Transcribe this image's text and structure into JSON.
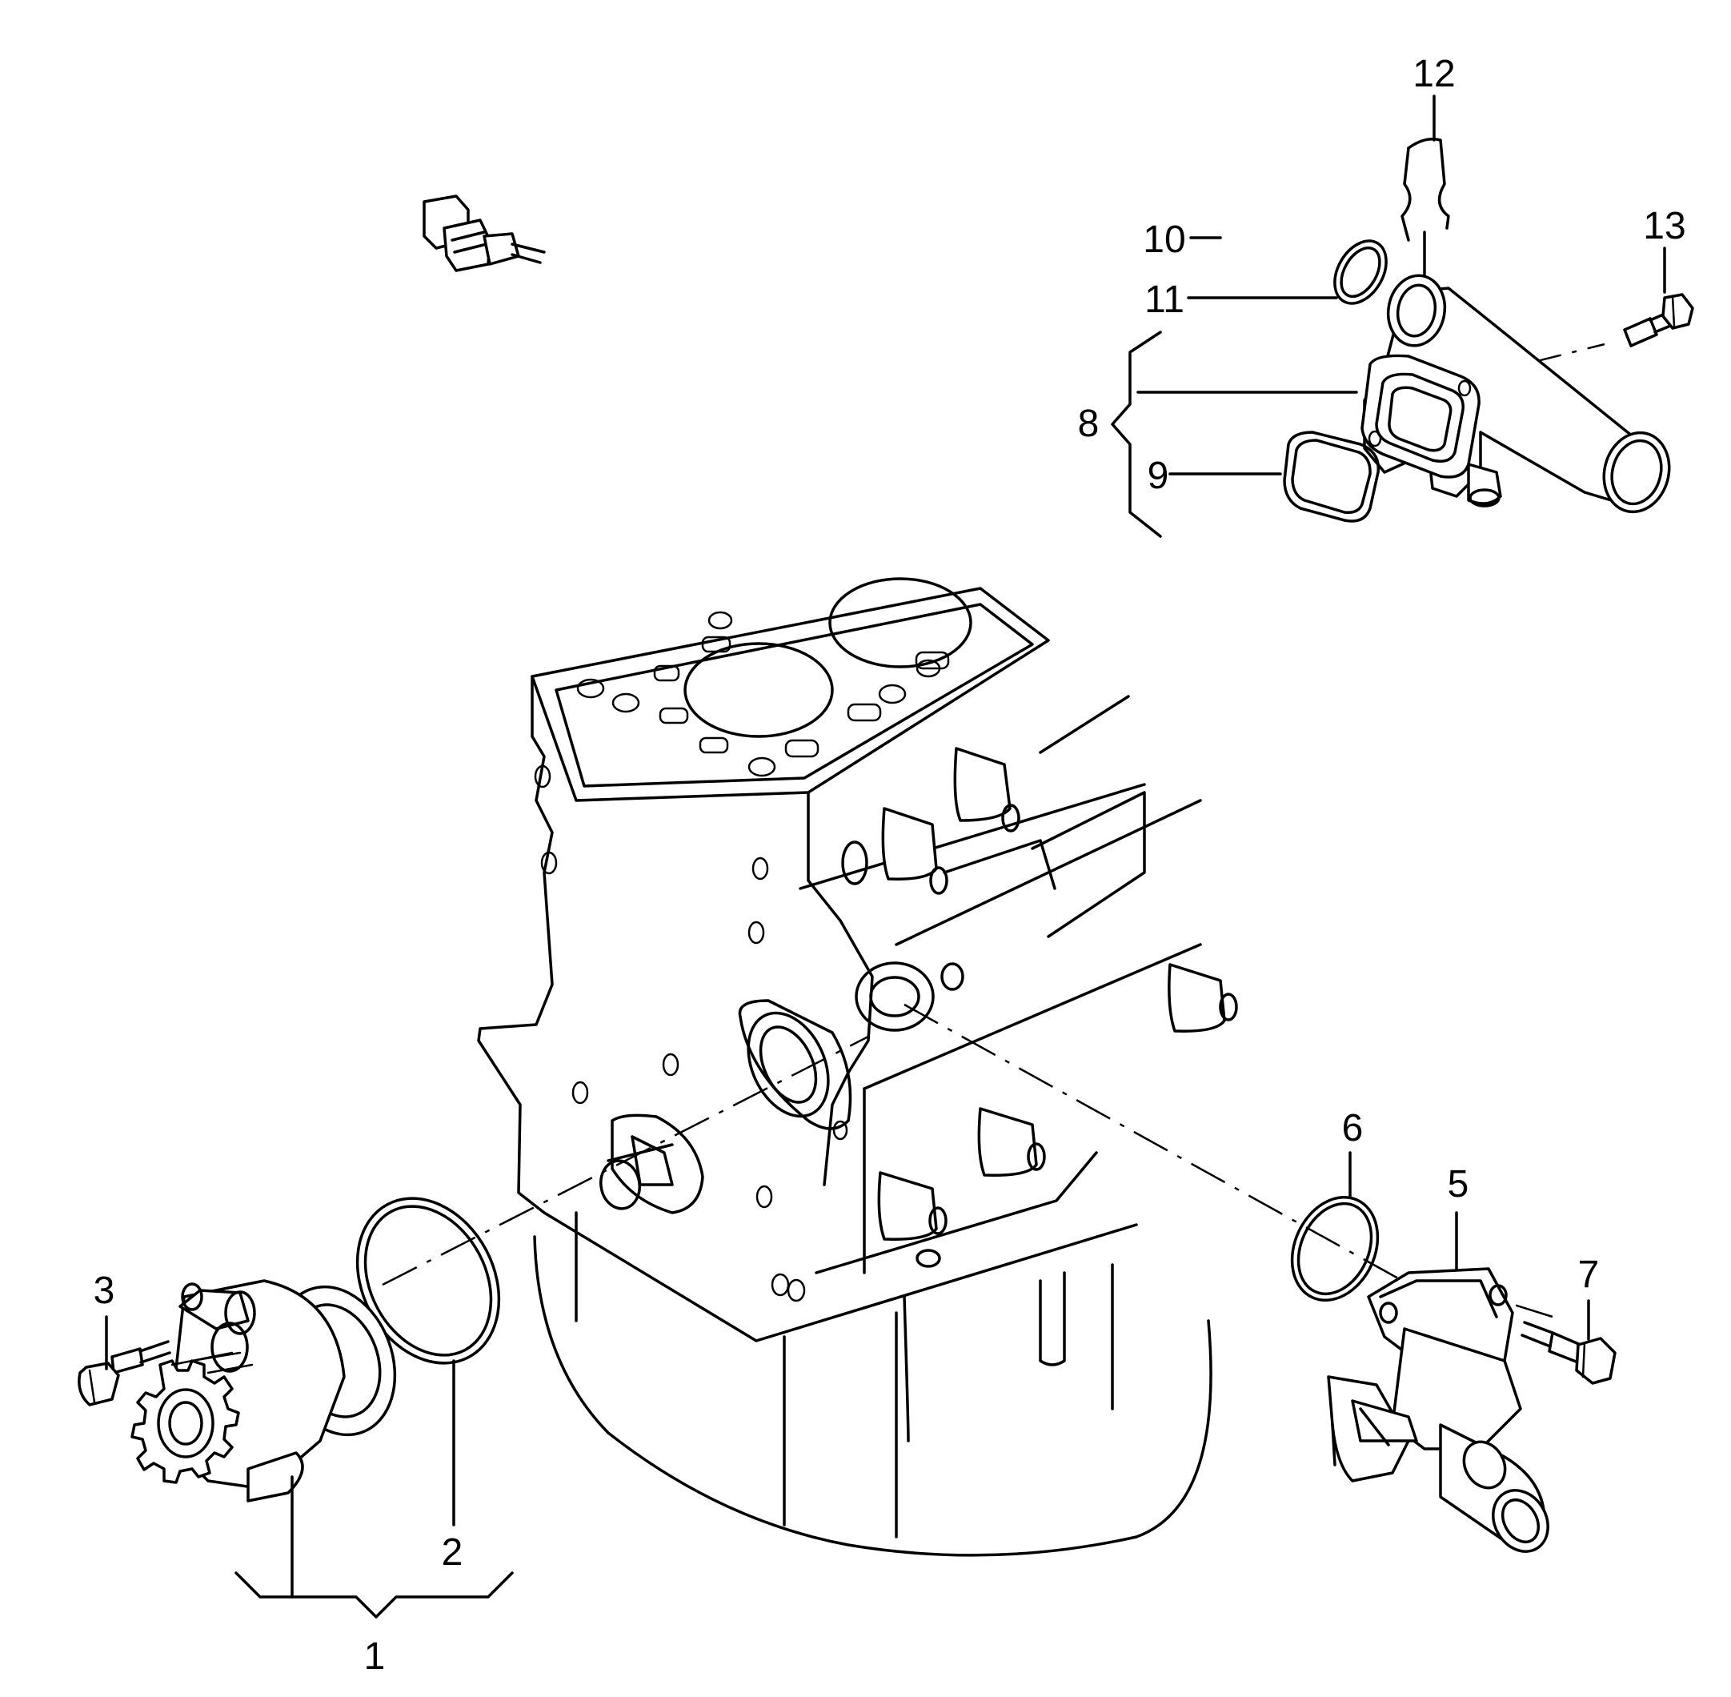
{
  "labels": {
    "part_1": "1",
    "part_2": "2",
    "part_3": "3",
    "part_5": "5",
    "part_6": "6",
    "part_7": "7",
    "part_8": "8",
    "part_9": "9",
    "part_10": "10",
    "part_11": "11",
    "part_12": "12",
    "part_13": "13"
  }
}
